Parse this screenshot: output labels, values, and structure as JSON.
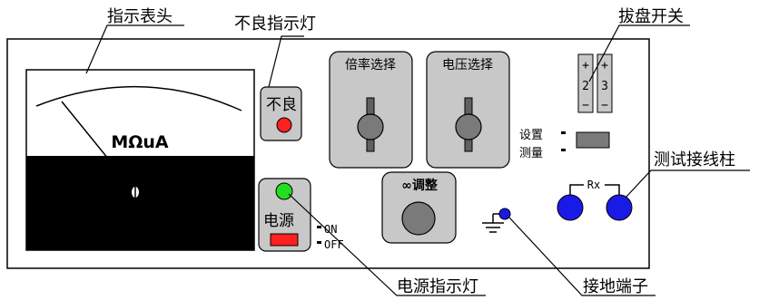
{
  "labels": {
    "meter_head": "指示表头",
    "fault_light": "不良指示灯",
    "dip_switch": "拔盘开关",
    "test_terminal": "测试接线柱",
    "power_light": "电源指示灯",
    "ground_terminal": "接地端子"
  },
  "meter": {
    "scale_text": "MΩuA"
  },
  "fault_panel": {
    "text": "不良"
  },
  "multiplier_panel": {
    "text": "倍率选择"
  },
  "voltage_panel": {
    "text": "电压选择"
  },
  "power_panel": {
    "text": "电源",
    "on_label": "ON",
    "off_label": "OFF"
  },
  "infinity_panel": {
    "text": "∞调整"
  },
  "dip": {
    "switches": [
      {
        "plus": "+",
        "number": "2",
        "minus": "−"
      },
      {
        "plus": "+",
        "number": "3",
        "minus": "−"
      }
    ],
    "setting_label": "设置",
    "measure_label": "测量"
  },
  "terminals": {
    "label": "Rx"
  },
  "colors": {
    "panel_fill": "#c8c8c8",
    "red_light": "#ff2020",
    "green_light": "#22dd22",
    "terminal_blue": "#1a1ae6",
    "meter_black": "#000000"
  }
}
